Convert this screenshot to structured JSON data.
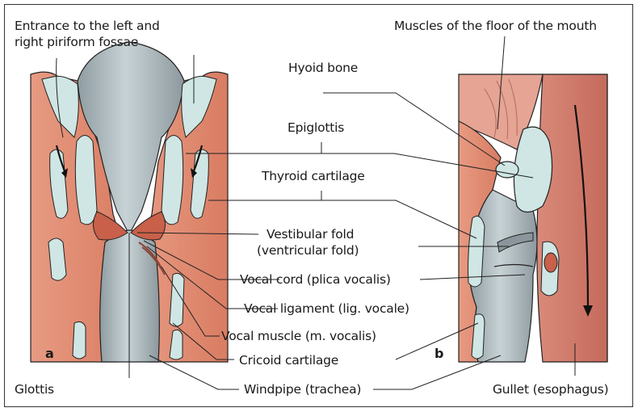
{
  "labels": {
    "piriform": [
      "Entrance to the left and",
      "right piriform fossae"
    ],
    "floor_muscles": "Muscles of the floor of the mouth",
    "hyoid": "Hyoid bone",
    "epiglottis": "Epiglottis",
    "thyroid": "Thyroid cartilage",
    "vestibular": [
      "Vestibular fold",
      "(ventricular fold)"
    ],
    "vocal_cord": "Vocal cord (plica vocalis)",
    "vocal_ligament": "Vocal ligament (lig. vocale)",
    "vocal_muscle": "Vocal muscle (m. vocalis)",
    "cricoid": "Cricoid cartilage",
    "glottis": "Glottis",
    "windpipe": "Windpipe (trachea)",
    "gullet": "Gullet (esophagus)"
  },
  "panels": {
    "a": "a",
    "b": "b"
  },
  "colors": {
    "tissue_pink": "#e8a088",
    "tissue_dark": "#c8604a",
    "cartilage": "#cfe6e4",
    "lumen_gray": "#a9b4b8",
    "lumen_light": "#d4dde0",
    "muscle_red": "#c87064"
  }
}
